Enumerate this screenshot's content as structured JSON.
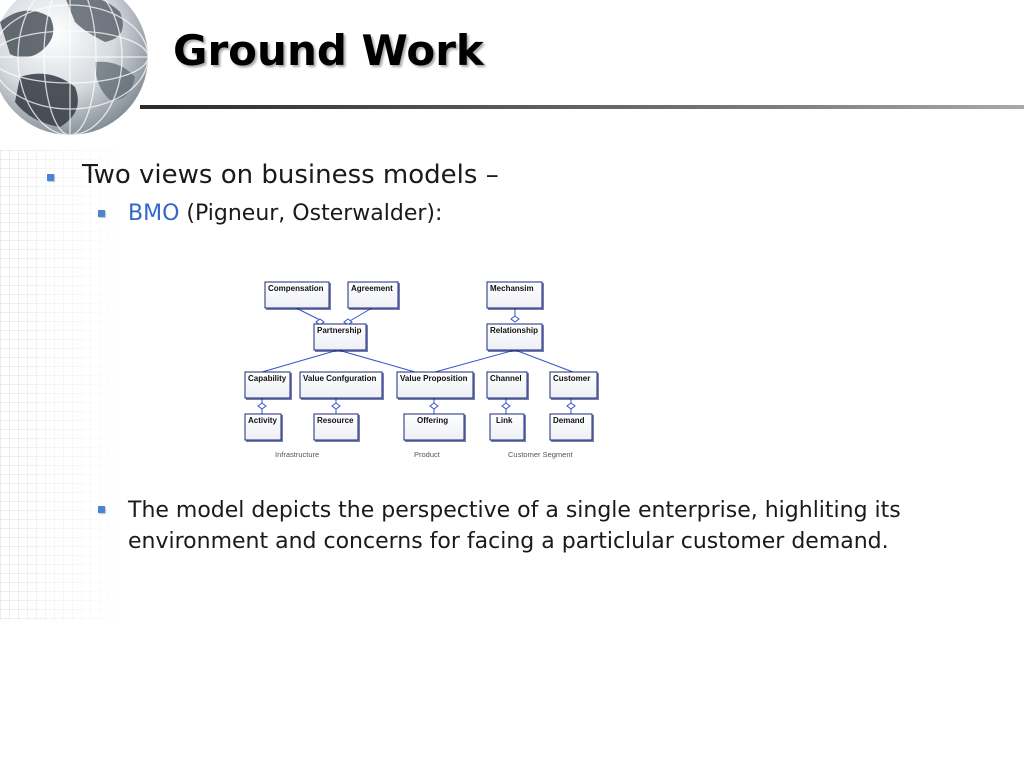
{
  "slide": {
    "title": "Ground Work",
    "bullets": {
      "main": "Two views on business models –",
      "sub_accent": "BMO",
      "sub_rest": "(Pigneur, Osterwalder):",
      "description": "The model depicts the perspective of a single enterprise, highliting its environment and concerns for facing a particlular customer demand."
    }
  },
  "diagram": {
    "boxes": {
      "compensation": "Compensation",
      "agreement": "Agreement",
      "mechanism": "Mechansim",
      "partnership": "Partnership",
      "relationship": "Relationship",
      "capability": "Capability",
      "value_configuration": "Value Confguration",
      "value_proposition": "Value Proposition",
      "channel": "Channel",
      "customer": "Customer",
      "activity": "Activity",
      "resource": "Resource",
      "offering": "Offering",
      "link": "Link",
      "demand": "Demand"
    },
    "group_labels": {
      "infrastructure": "Infrastructure",
      "product": "Product",
      "customer_segment": "Customer Segment"
    }
  },
  "colors": {
    "bullet": "#4a84d6",
    "accent": "#3366cc",
    "connector": "#3355cc",
    "box_border": "#1a2a7a"
  }
}
